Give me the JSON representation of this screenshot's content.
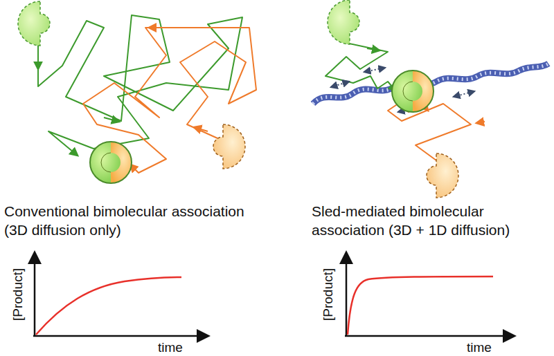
{
  "diagram": {
    "labels": [
      "Conventional bimolecular association (3D diffusion only)",
      "[Product]",
      "time",
      "Sled-mediated bimolecular association (3D + 1D diffusion)",
      "[Product]",
      "time"
    ]
  }
}
